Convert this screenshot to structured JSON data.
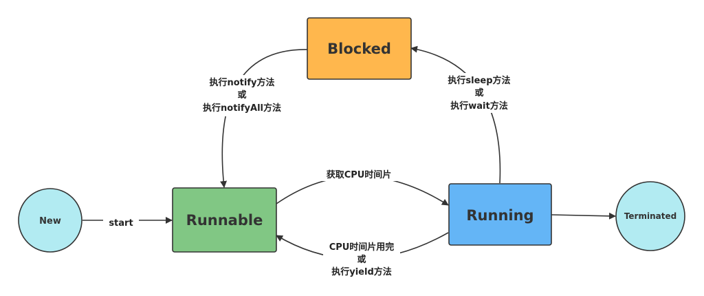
{
  "nodes": {
    "new": "New",
    "runnable": "Runnable",
    "running": "Running",
    "blocked": "Blocked",
    "terminated": "Terminated"
  },
  "edges": {
    "start": "start",
    "get_cpu": "获取CPU时间片",
    "yield": [
      "CPU时间片用完",
      "或",
      "执行yield方法"
    ],
    "sleep": [
      "执行sleep方法",
      "或",
      "执行wait方法"
    ],
    "notify": [
      "执行notify方法",
      "或",
      "执行notifyAll方法"
    ]
  },
  "colors": {
    "new": "#b2ebf2",
    "runnable": "#81c784",
    "running": "#64b5f6",
    "blocked": "#ffb74d",
    "terminated": "#b2ebf2",
    "stroke": "#333333"
  }
}
